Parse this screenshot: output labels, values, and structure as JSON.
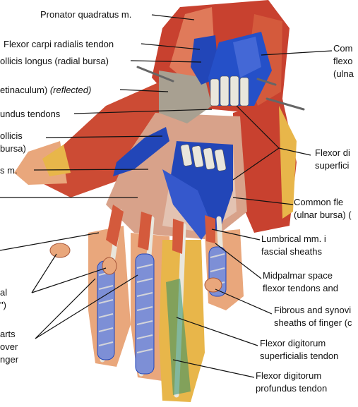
{
  "labels": {
    "pronator_quadratus": "Pronator quadratus m.",
    "fcr_tendon": "Flexor carpi radialis tendon",
    "fpl_radial_bursa": "ollicis longus (radial bursa)",
    "retinaculum_a": "etinaculum) ",
    "retinaculum_b": "(reflected)",
    "profundus_tendons": "undus tendons",
    "pollicis_a": "ollicis",
    "pollicis_b": "bursa)",
    "s_muscle": "s m.",
    "right_common_a": "Com",
    "right_common_b": "flexo",
    "right_common_c": "(ulna",
    "flexor_dig_a": "Flexor di",
    "flexor_dig_b": "superfici",
    "common_flex_a": "Common fle",
    "common_flex_b": "(ulnar bursa) (",
    "lumbrical_a": "Lumbrical mm. i",
    "lumbrical_b": "fascial sheaths",
    "midpalmar_a": "Midpalmar space",
    "midpalmar_b": "flexor tendons and",
    "fibrous_a": "Fibrous and synovi",
    "fibrous_b": "sheaths of finger (c",
    "fds_tendon_a": "Flexor digitorum",
    "fds_tendon_b": "superficialis tendon",
    "fdp_tendon_a": "Flexor digitorum",
    "fdp_tendon_b": "profundus tendon",
    "left_al": "al",
    "left_paren": "\")",
    "left_arts": "arts",
    "left_over": "over",
    "left_nger": "nger"
  },
  "colors": {
    "muscle": "#c8412f",
    "muscle_light": "#e07a5a",
    "skin": "#e9a77c",
    "fat_yellow": "#e8b64a",
    "sheath_blue": "#2246b8",
    "sheath_light": "#7d8fd6",
    "tendon_white": "#e9e6dc",
    "leader": "#111111"
  }
}
